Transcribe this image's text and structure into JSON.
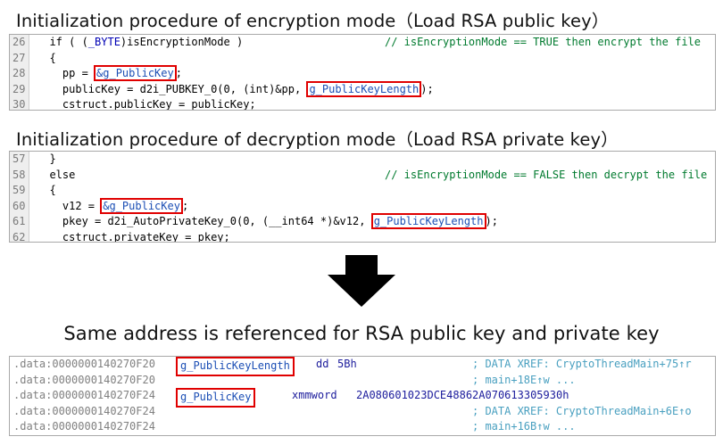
{
  "heading_encryption": "Initialization procedure of encryption mode（Load RSA public key）",
  "encryption_code": [
    {
      "ln": "26",
      "pre": "  if ( (",
      "kw": "_BYTE",
      "post": ")isEncryptionMode )",
      "comment": "// isEncryptionMode == TRUE then encrypt the file"
    },
    {
      "ln": "27",
      "text": "  {"
    },
    {
      "ln": "28",
      "pre": "    pp = ",
      "box": "&g_PublicKey",
      "post": ";"
    },
    {
      "ln": "29",
      "pre": "    publicKey = d2i_PUBKEY_0(0, (int)&pp, ",
      "box": "g_PublicKeyLength",
      "post": ");"
    },
    {
      "ln": "30",
      "text": "    cstruct.publicKey = publicKey;"
    }
  ],
  "heading_decryption": "Initialization procedure of decryption mode（Load RSA private key）",
  "decryption_code": [
    {
      "ln": "57",
      "text": "  }"
    },
    {
      "ln": "58",
      "text": "  else",
      "comment": "// isEncryptionMode == FALSE then decrypt the file"
    },
    {
      "ln": "59",
      "text": "  {"
    },
    {
      "ln": "60",
      "pre": "    v12 = ",
      "box": "&g_PublicKey",
      "post": ";"
    },
    {
      "ln": "61",
      "pre": "    pkey = d2i_AutoPrivateKey_0(0, (__int64 *)&v12, ",
      "box": "g_PublicKeyLength",
      "post": ");"
    },
    {
      "ln": "62",
      "text": "    cstruct.privateKey = pkey;"
    }
  ],
  "arrow_icon": "down-arrow-icon",
  "heading_same_address": "Same address is referenced for RSA public key and private key",
  "asm_lines": [
    {
      "addr": ".data:0000000140270F20",
      "sym": "g_PublicKeyLength",
      "op": "dd",
      "operand": "5Bh",
      "xref": "; DATA XREF: CryptoThreadMain+75↑r",
      "boxed": true
    },
    {
      "addr": ".data:0000000140270F20",
      "sym": "",
      "op": "",
      "operand": "",
      "xref": "; main+18E↑w ...",
      "boxed": false
    },
    {
      "addr": ".data:0000000140270F24",
      "sym": "g_PublicKey",
      "op": "xmmword",
      "operand": "2A080601023DCE48862A070613305930h",
      "xref": "",
      "boxed": true
    },
    {
      "addr": ".data:0000000140270F24",
      "sym": "",
      "op": "",
      "operand": "",
      "xref": "; DATA XREF: CryptoThreadMain+6E↑o",
      "boxed": false
    },
    {
      "addr": ".data:0000000140270F24",
      "sym": "",
      "op": "",
      "operand": "",
      "xref": "; main+16B↑w ...",
      "boxed": false
    }
  ],
  "colors": {
    "highlight_box": "#e00000",
    "comment": "#007a2e",
    "identifier": "#1c4fb5",
    "gutter": "#eeeeee"
  }
}
